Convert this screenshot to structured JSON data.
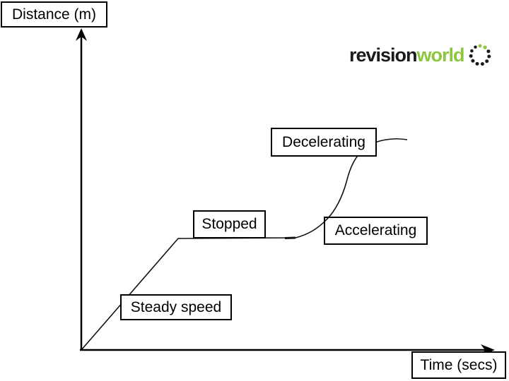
{
  "axes": {
    "y_label": "Distance (m)",
    "x_label": "Time (secs)"
  },
  "annotations": {
    "decelerating": "Decelerating",
    "stopped": "Stopped",
    "accelerating": "Accelerating",
    "steady_speed": "Steady speed"
  },
  "logo": {
    "part1": "revision",
    "part2": "world",
    "part1_color": "#1a1a1a",
    "part2_color": "#8dc63f",
    "icon": "dotted-circle-icon"
  },
  "colors": {
    "background": "#ffffff",
    "line": "#000000",
    "box_border": "#000000",
    "brand_green": "#8dc63f"
  },
  "chart_data": {
    "type": "line",
    "title": "",
    "xlabel": "Time (secs)",
    "ylabel": "Distance (m)",
    "axis_numeric_ticks": false,
    "grid": false,
    "legend": "none",
    "description": "Qualitative distance-time graph: straight rising line (steady speed), horizontal line (stopped), upward-bending curve (accelerating), flattening curve (decelerating).",
    "series": [
      {
        "name": "distance-time curve",
        "x_percent_of_axis": [
          0,
          23.4,
          51.8,
          59.5,
          64.2,
          68.5,
          78.8
        ],
        "y_percent_of_axis": [
          0,
          34.9,
          34.9,
          41.2,
          52.4,
          62.6,
          65.6
        ]
      }
    ],
    "segment_annotations": [
      {
        "text": "Steady speed",
        "x_range_percent": [
          0,
          23.4
        ]
      },
      {
        "text": "Stopped",
        "x_range_percent": [
          23.4,
          51.8
        ]
      },
      {
        "text": "Accelerating",
        "x_range_percent": [
          51.8,
          66
        ]
      },
      {
        "text": "Decelerating",
        "x_range_percent": [
          66,
          78.8
        ]
      }
    ]
  }
}
